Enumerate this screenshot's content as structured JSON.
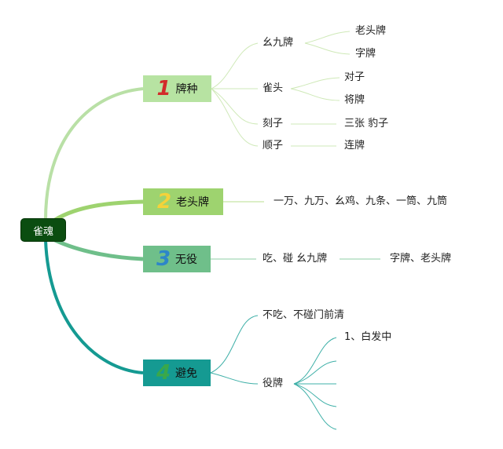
{
  "root": {
    "label": "雀魂"
  },
  "branches": [
    {
      "number": "1",
      "label": "牌种",
      "children": [
        {
          "label": "幺九牌",
          "children": [
            "老头牌",
            "字牌"
          ]
        },
        {
          "label": "雀头",
          "children": [
            "对子",
            "将牌"
          ]
        },
        {
          "label": "刻子",
          "children": [
            "三张 豹子"
          ]
        },
        {
          "label": "顺子",
          "children": [
            "连牌"
          ]
        }
      ]
    },
    {
      "number": "2",
      "label": "老头牌",
      "children": [
        {
          "label": "一万、九万、幺鸡、九条、一筒、九筒"
        }
      ]
    },
    {
      "number": "3",
      "label": "无役",
      "children": [
        {
          "label": "吃、碰 幺九牌",
          "children": [
            "字牌、老头牌"
          ]
        }
      ]
    },
    {
      "number": "4",
      "label": "避免",
      "children": [
        {
          "label": "不吃、不碰门前清"
        },
        {
          "label": "役牌",
          "children": [
            "1、白发中",
            "",
            "",
            "",
            ""
          ]
        }
      ]
    }
  ],
  "colors": {
    "root": "#0b4d10",
    "branch1": "#b7e3a2",
    "branch2": "#9ed36f",
    "branch3": "#6fbf8a",
    "branch4": "#159a92"
  }
}
